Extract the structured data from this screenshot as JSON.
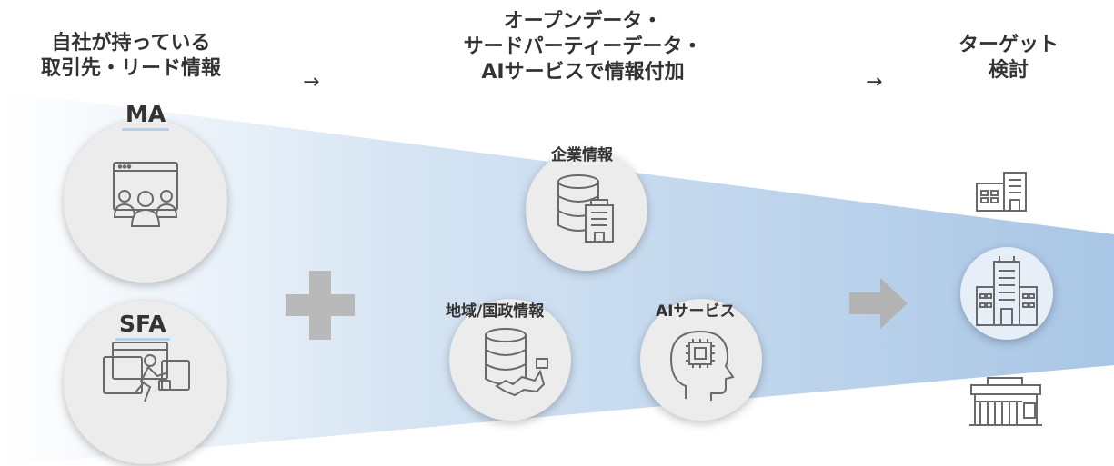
{
  "headers": {
    "source": [
      "自社が持っている",
      "取引先・リード情報"
    ],
    "enrich": [
      "オープンデータ・",
      "サードパーティーデータ・",
      "AIサービスで情報付加"
    ],
    "target": [
      "ターゲット",
      "検討"
    ],
    "arrow": "→"
  },
  "sources": {
    "ma": "MA",
    "sfa": "SFA"
  },
  "enrichment": {
    "company": "企業情報",
    "region": "地域/国政情報",
    "ai": "AIサービス"
  },
  "colors": {
    "funnel_start": "#ffffff",
    "funnel_end": "#a9c6e6",
    "plus": "#b9b9b9",
    "arrow": "#b3b3b3",
    "circle": "#ececec",
    "icon": "#6a6a6a",
    "underline": "#b8d1ea"
  },
  "icons": [
    "people-on-screen-icon",
    "salesperson-icon",
    "database-building-icon",
    "database-map-icon",
    "ai-head-icon",
    "building-small-icon",
    "building-target-icon",
    "storefront-icon"
  ]
}
